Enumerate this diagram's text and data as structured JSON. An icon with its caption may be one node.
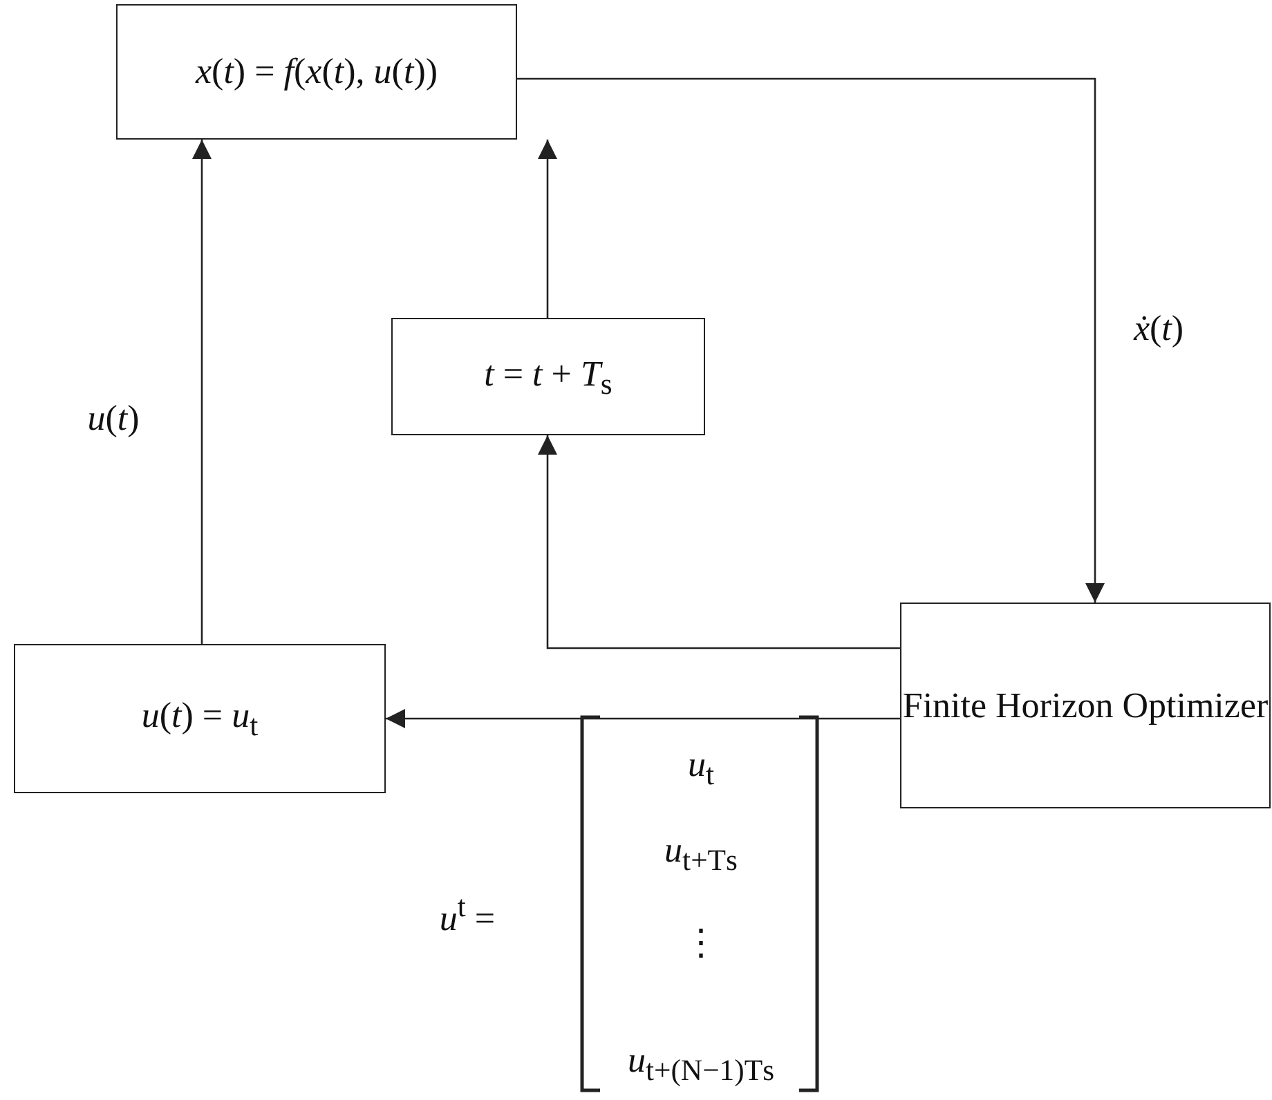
{
  "diagram": {
    "nodes": [
      {
        "text": [
          "*x*(*t*) = *f*(*x*(*t*), *u*(*t*))"
        ]
      },
      {
        "text": [
          "*t* = *t* + *T*$_{s}$"
        ]
      },
      {
        "text": [
          "Finite Horizon Optimizer"
        ]
      },
      {
        "text": [
          "*u*(*t*) = *u*$_{t}$"
        ]
      }
    ],
    "edges": [
      {
        "from": 3,
        "to": 0,
        "arrow": "to",
        "label": "*u*(*t*)"
      },
      {
        "from": 1,
        "to": 0,
        "arrow": "to"
      },
      {
        "from": 0,
        "to": 2,
        "arrow": "to",
        "label": "*ẋ*(*t*)"
      },
      {
        "from": 2,
        "to": 1,
        "arrow": "to"
      },
      {
        "from": 2,
        "to": 3,
        "arrow": "to"
      }
    ],
    "labels": [
      "*u*$^{t}$ =",
      "*u*$_{t}$",
      "*u*$_{t+T}$$_{s}$",
      "⋮",
      "*u*$_{t+(N−1)T}$$_{s}$"
    ]
  }
}
